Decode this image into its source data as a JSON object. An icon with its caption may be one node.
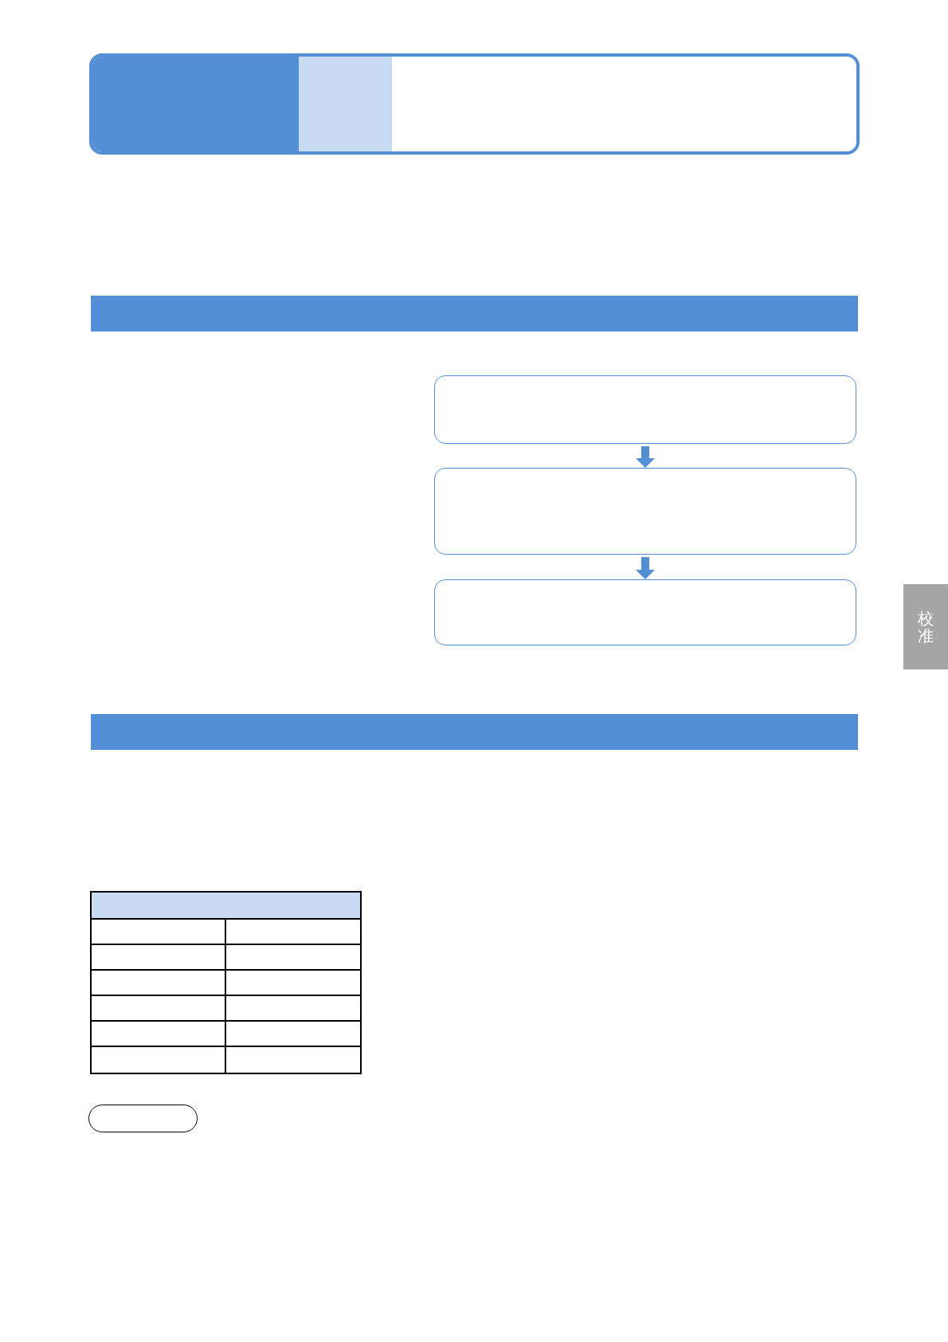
{
  "diagram": {
    "nodes": [
      {
        "text": [],
        "shape": "bar"
      },
      {
        "text": [],
        "shape": "box"
      },
      {
        "text": [],
        "shape": "box"
      },
      {
        "text": [],
        "shape": "box"
      },
      {
        "text": [],
        "shape": "bar"
      },
      {
        "text": [
          "校准"
        ]
      }
    ],
    "edges": [
      {
        "from": 1,
        "to": 2,
        "arrow": "to"
      },
      {
        "from": 2,
        "to": 3,
        "arrow": "to"
      }
    ]
  }
}
